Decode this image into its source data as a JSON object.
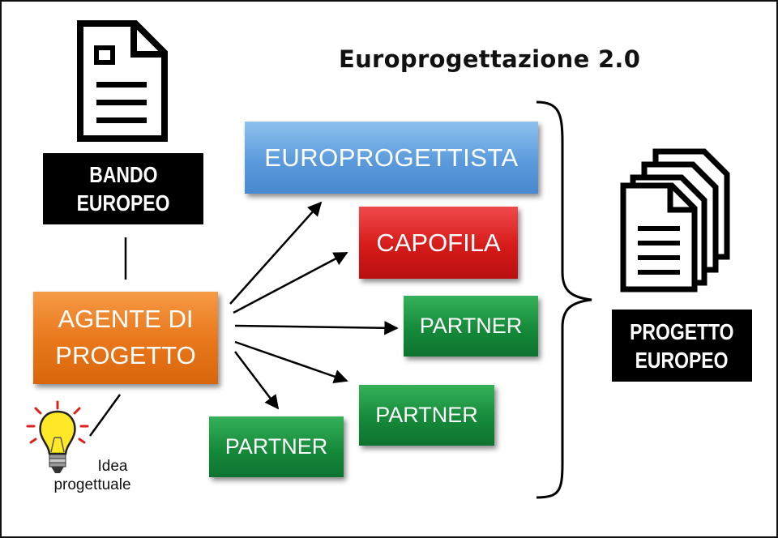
{
  "title": "Europrogettazione 2.0",
  "bando": {
    "line1": "BANDO",
    "line2": "EUROPEO"
  },
  "agente": {
    "line1": "AGENTE DI",
    "line2": "PROGETTO"
  },
  "idea": {
    "line1": "Idea",
    "line2": "progettuale"
  },
  "roles": {
    "europrogettista": "EUROPROGETTISTA",
    "capofila": "CAPOFILA",
    "partner_1": "PARTNER",
    "partner_2": "PARTNER",
    "partner_3": "PARTNER"
  },
  "progetto": {
    "line1": "PROGETTO",
    "line2": "EUROPEO"
  },
  "colors": {
    "europrogettista": "#5b9bdc",
    "capofila": "#d61a1a",
    "partner": "#168a3a",
    "agente": "#e8761a",
    "label_box": "#000000"
  },
  "icons": [
    "document-icon",
    "document-stack-icon",
    "lightbulb-icon",
    "curly-brace-icon"
  ]
}
